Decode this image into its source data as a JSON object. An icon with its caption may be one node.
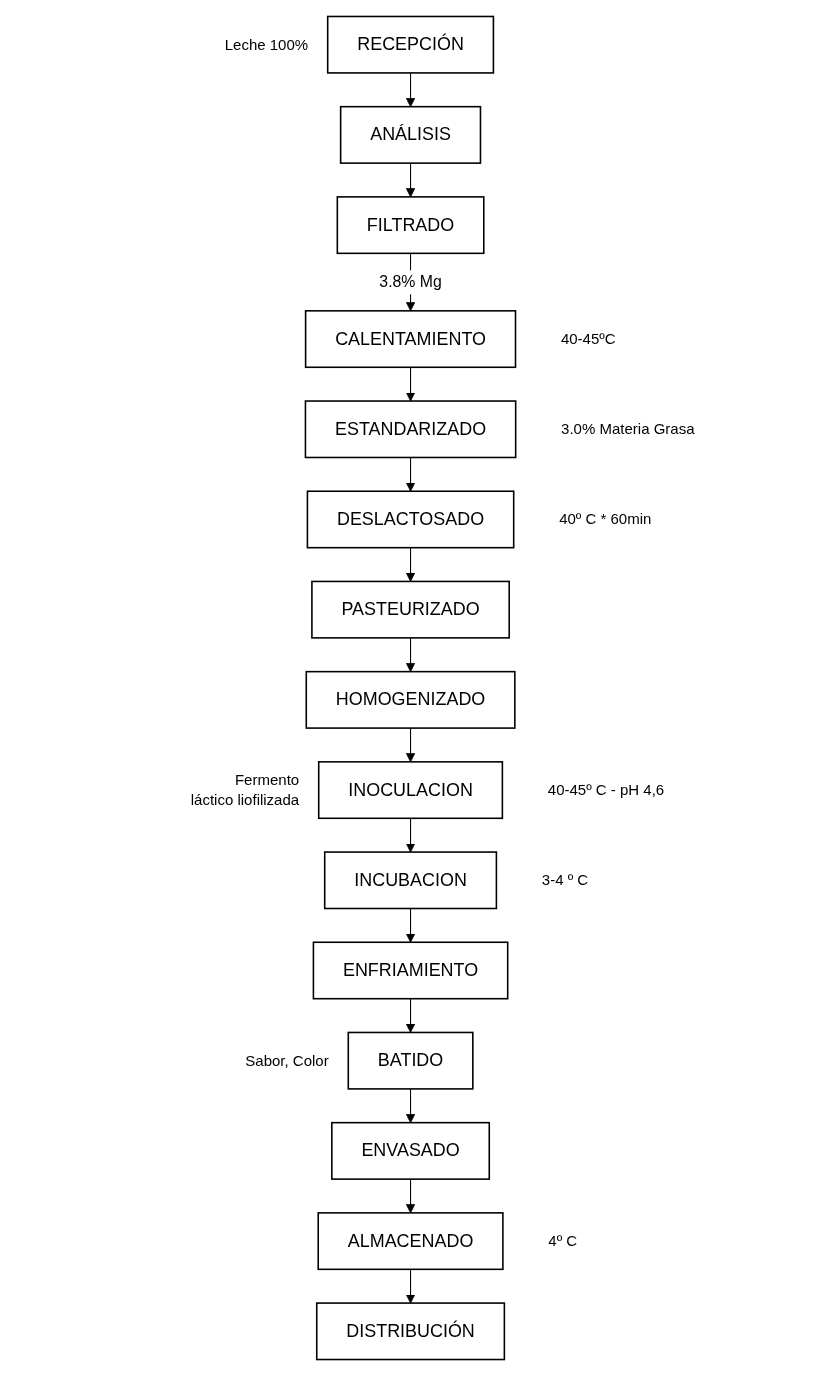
{
  "diagram": {
    "nodes": [
      {
        "text": [
          "RECEPCIÓN"
        ],
        "beside": [
          "Leche 100%"
        ]
      },
      {
        "text": [
          "ANÁLISIS"
        ]
      },
      {
        "text": [
          "FILTRADO"
        ]
      },
      {
        "text": [
          "CALENTAMIENTO"
        ],
        "beside": [
          "40-45ºC"
        ]
      },
      {
        "text": [
          "ESTANDARIZADO"
        ],
        "beside": [
          "3.0%  Materia Grasa"
        ]
      },
      {
        "text": [
          "DESLACTOSADO"
        ],
        "beside": [
          "40º C * 60min"
        ]
      },
      {
        "text": [
          "PASTEURIZADO"
        ]
      },
      {
        "text": [
          "HOMOGENIZADO"
        ]
      },
      {
        "text": [
          "INOCULACION"
        ],
        "beside": [
          "Fermento láctico liofilizada",
          "40-45º C -  pH 4,6"
        ]
      },
      {
        "text": [
          "INCUBACION"
        ],
        "beside": [
          "3-4 º C"
        ]
      },
      {
        "text": [
          "ENFRIAMIENTO"
        ]
      },
      {
        "text": [
          "BATIDO"
        ],
        "beside": [
          "Sabor, Color"
        ]
      },
      {
        "text": [
          "ENVASADO"
        ]
      },
      {
        "text": [
          "ALMACENADO"
        ],
        "beside": [
          "4º C"
        ]
      },
      {
        "text": [
          "DISTRIBUCIÓN"
        ]
      }
    ],
    "edges": [
      {
        "from": 0,
        "to": 1,
        "arrow": "to"
      },
      {
        "from": 1,
        "to": 2,
        "arrow": "to"
      },
      {
        "from": 2,
        "to": 3,
        "arrow": "to",
        "label": "3.8% Mg"
      },
      {
        "from": 3,
        "to": 4,
        "arrow": "to"
      },
      {
        "from": 4,
        "to": 5,
        "arrow": "to"
      },
      {
        "from": 5,
        "to": 6,
        "arrow": "to"
      },
      {
        "from": 6,
        "to": 7,
        "arrow": "to"
      },
      {
        "from": 7,
        "to": 8,
        "arrow": "to"
      },
      {
        "from": 8,
        "to": 9,
        "arrow": "to"
      },
      {
        "from": 9,
        "to": 10,
        "arrow": "to"
      },
      {
        "from": 10,
        "to": 11,
        "arrow": "to"
      },
      {
        "from": 11,
        "to": 12,
        "arrow": "to"
      },
      {
        "from": 12,
        "to": 13,
        "arrow": "to"
      },
      {
        "from": 13,
        "to": 14,
        "arrow": "to"
      }
    ]
  }
}
